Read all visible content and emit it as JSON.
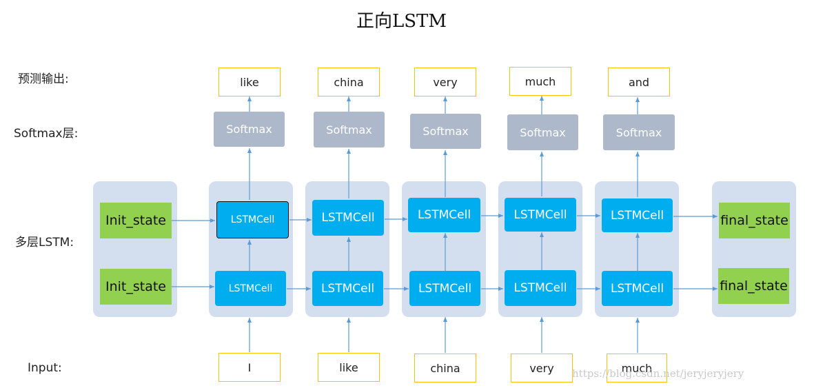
{
  "title": "正向LSTM",
  "row_labels": {
    "predict": "预测输出:",
    "softmax": "Softmax层:",
    "lstm": "多层LSTM:",
    "input": "Input:"
  },
  "init_state": {
    "top": "Init_state",
    "bottom": "Init_state"
  },
  "final_state": {
    "top": "final_state",
    "bottom": "final_state"
  },
  "steps": [
    {
      "input": "I",
      "cell_top": "LSTMCell",
      "cell_bottom": "LSTMCell",
      "softmax": "Softmax",
      "output": "like"
    },
    {
      "input": "like",
      "cell_top": "LSTMCell",
      "cell_bottom": "LSTMCell",
      "softmax": "Softmax",
      "output": "china"
    },
    {
      "input": "china",
      "cell_top": "LSTMCell",
      "cell_bottom": "LSTMCell",
      "softmax": "Softmax",
      "output": "very"
    },
    {
      "input": "very",
      "cell_top": "LSTMCell",
      "cell_bottom": "LSTMCell",
      "softmax": "Softmax",
      "output": "much"
    },
    {
      "input": "much",
      "cell_top": "LSTMCell",
      "cell_bottom": "LSTMCell",
      "softmax": "Softmax",
      "output": "and"
    }
  ],
  "watermark": "https://blog.csdn.net/jeryjeryjery",
  "colors": {
    "panel": "#d3deef",
    "state": "#92d050",
    "cell": "#00aeef",
    "softmax": "#adb9ca",
    "word_border": "#ffc000",
    "arrow": "#5b9bd5"
  }
}
